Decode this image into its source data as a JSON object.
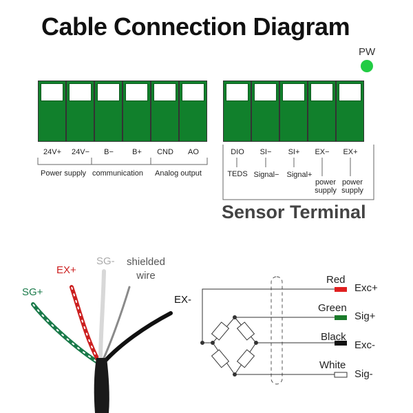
{
  "title": "Cable Connection Diagram",
  "power_indicator": {
    "label": "PW",
    "color": "#22cc44"
  },
  "left_terminal": {
    "pins": [
      "24V+",
      "24V−",
      "B−",
      "B+",
      "CND",
      "AO"
    ],
    "groups": [
      "Power supply",
      "communication",
      "Analog output"
    ]
  },
  "right_terminal": {
    "pins": [
      "DIO",
      "SI−",
      "SI+",
      "EX−",
      "EX+"
    ],
    "descriptions": [
      "TEDS",
      "Signal−",
      "Signal+",
      "power supply",
      "power supply"
    ],
    "title": "Sensor Terminal"
  },
  "cable": {
    "wires": [
      {
        "label": "SG+",
        "color": "#1a7a4a"
      },
      {
        "label": "EX+",
        "color": "#cc2020"
      },
      {
        "label": "SG-",
        "color": "#aaaaaa"
      },
      {
        "label": "shielded wire",
        "color": "#555555"
      },
      {
        "label": "EX-",
        "color": "#111111"
      }
    ]
  },
  "bridge": {
    "wires": [
      {
        "color_name": "Red",
        "signal": "Exc+",
        "color": "#e02020"
      },
      {
        "color_name": "Green",
        "signal": "Sig+",
        "color": "#1a7a2a"
      },
      {
        "color_name": "Black",
        "signal": "Exc-",
        "color": "#111111"
      },
      {
        "color_name": "White",
        "signal": "Sig-",
        "color": "#ffffff"
      }
    ]
  }
}
